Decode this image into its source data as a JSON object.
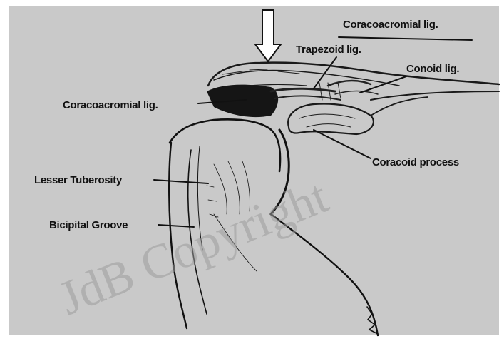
{
  "figure": {
    "labels": {
      "coracoacromial_top": "Coracoacromial lig.",
      "trapezoid": "Trapezoid lig.",
      "conoid": "Conoid lig.",
      "coracoacromial_left": "Coracoacromial lig.",
      "coracoid_process": "Coracoid process",
      "lesser_tuberosity": "Lesser Tuberosity",
      "bicipital_groove": "Bicipital Groove"
    },
    "watermark": "JdB Copyright",
    "colors": {
      "background": "#c9c9c9",
      "line": "#111111",
      "watermark": "#9a9a9a"
    }
  }
}
